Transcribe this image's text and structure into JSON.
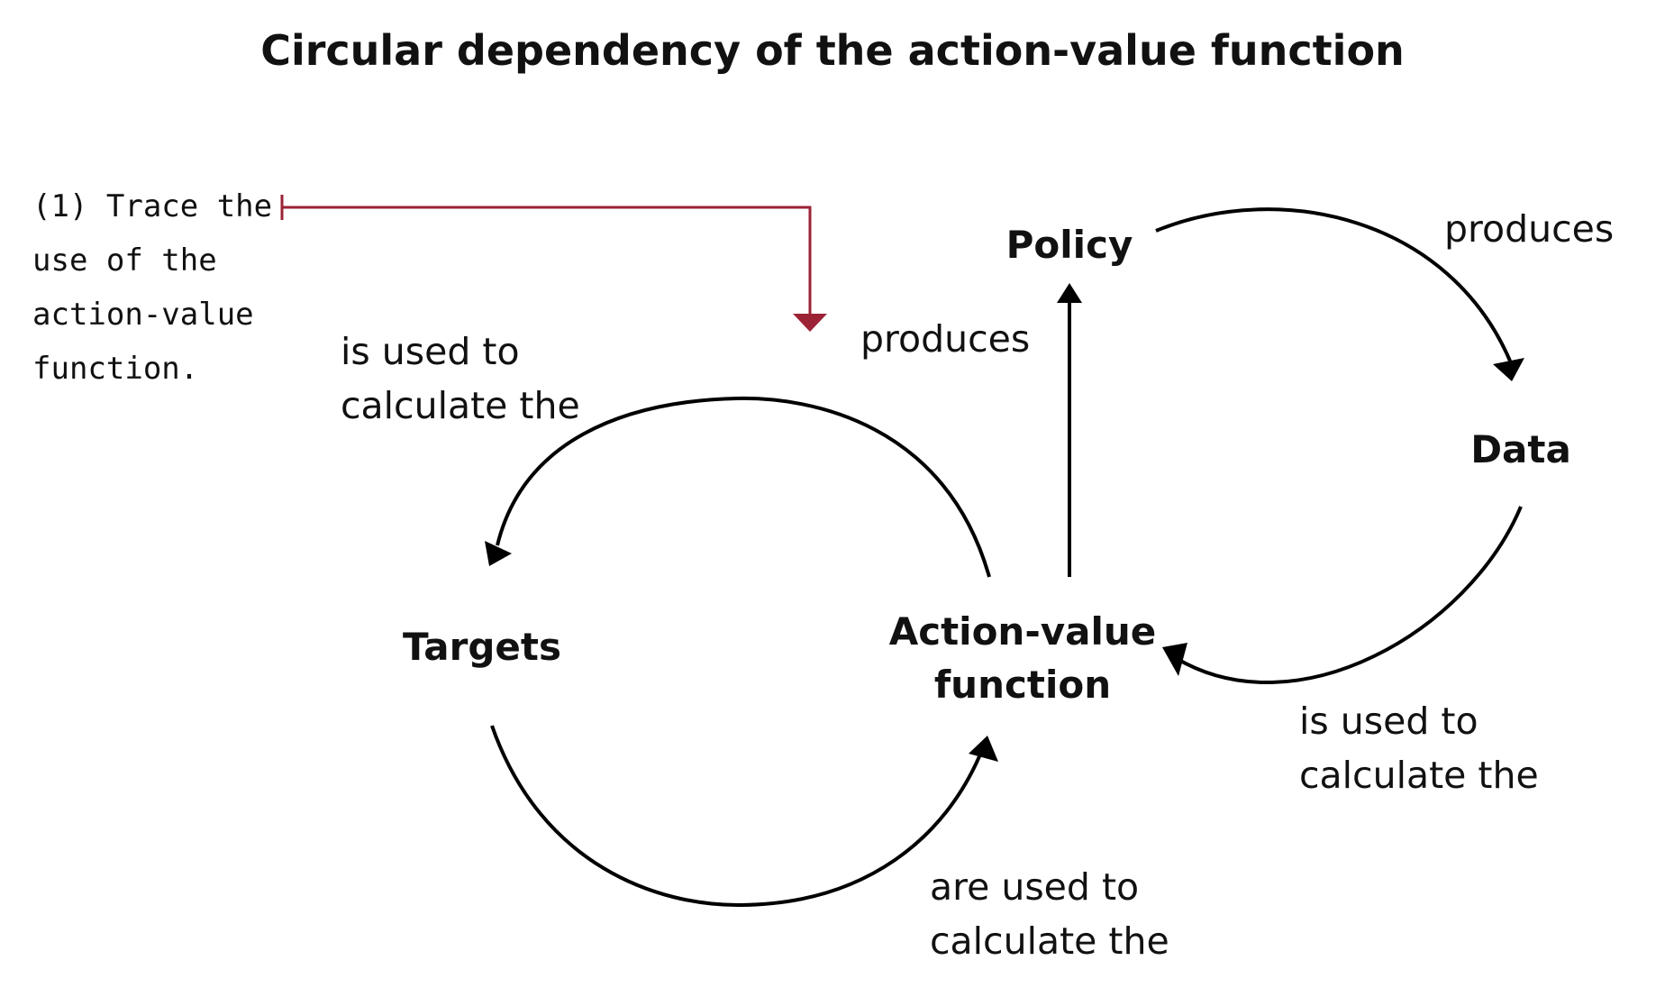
{
  "title": "Circular dependency of the action-value function",
  "nodes": {
    "policy": "Policy",
    "data": "Data",
    "action_value_line1": "Action-value",
    "action_value_line2": "function",
    "targets": "Targets"
  },
  "edges": {
    "policy_to_data": "produces",
    "data_to_av_line1": "is used to",
    "data_to_av_line2": "calculate the",
    "av_to_policy": "produces",
    "av_to_targets_line1": "is used to",
    "av_to_targets_line2": "calculate the",
    "targets_to_av_line1": "are used to",
    "targets_to_av_line2": "calculate the"
  },
  "annotation": {
    "lines": [
      "(1) Trace the",
      "use of the",
      "action-value",
      "function."
    ]
  },
  "colors": {
    "ink": "#000000",
    "callout": "#9b2335"
  }
}
